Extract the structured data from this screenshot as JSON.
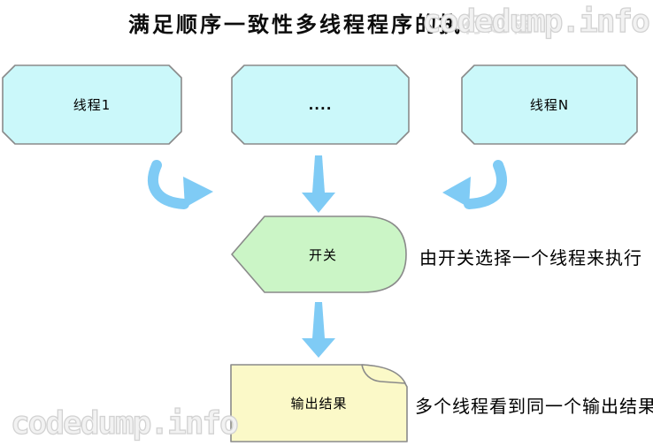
{
  "title": {
    "main": "满足顺序一致性多线程程序的执",
    "faded": "行过程"
  },
  "watermarks": {
    "top": "codedump.info",
    "bottom": "codedump.info"
  },
  "diagram": {
    "threads": [
      {
        "label": "线程1"
      },
      {
        "label": "...."
      },
      {
        "label": "线程N"
      }
    ],
    "switch": {
      "label": "开关",
      "note": "由开关选择一个线程来执行"
    },
    "output": {
      "label": "输出结果",
      "note": "多个线程看到同一个输出结果"
    }
  },
  "colors": {
    "thread_fill": "#CBF8FA",
    "switch_fill": "#CBF5C6",
    "output_fill": "#FBF9C8",
    "shape_border": "#8A8A8A",
    "arrow": "#7FCBF5",
    "watermark": "#D2D2D2",
    "title_faded": "#E2E2E2",
    "text": "#000000"
  }
}
